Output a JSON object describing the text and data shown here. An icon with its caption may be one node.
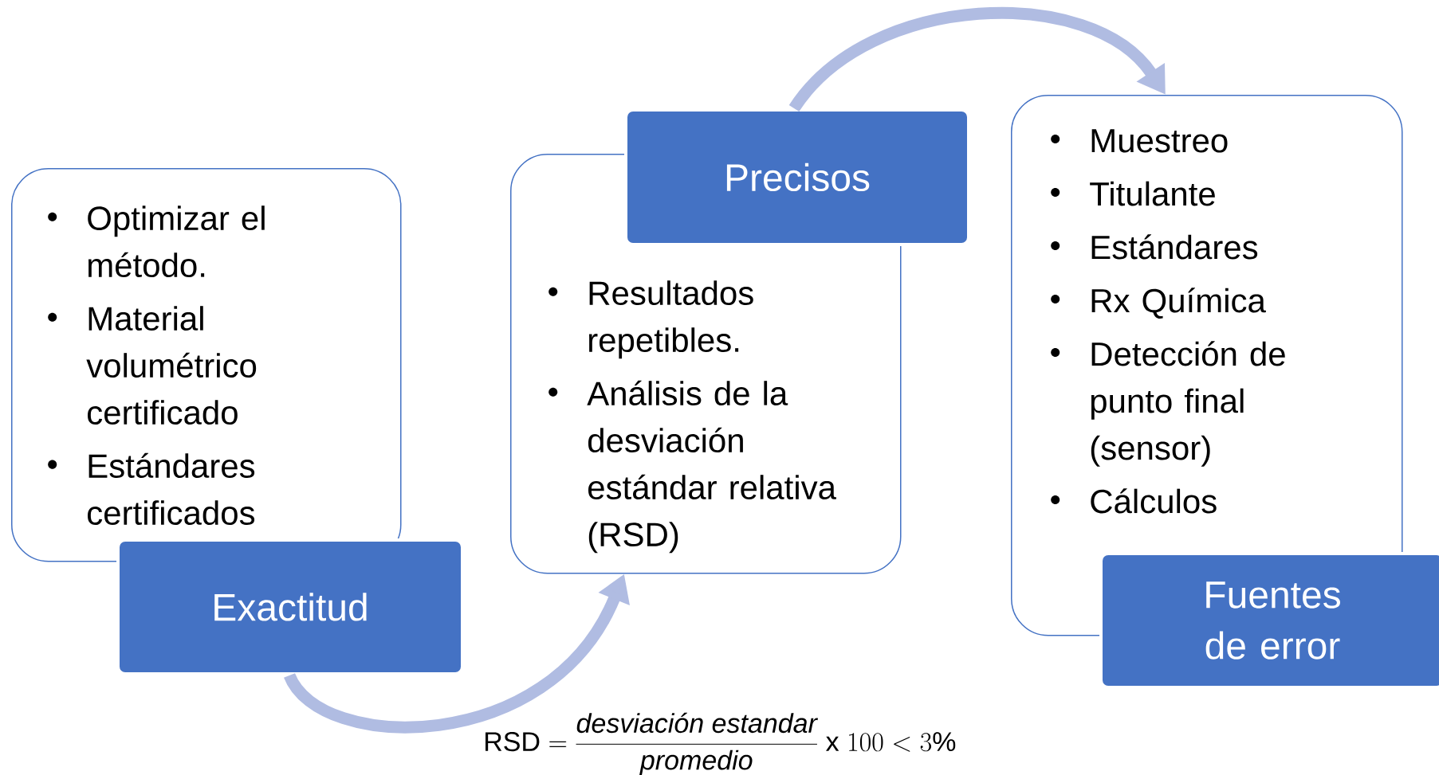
{
  "diagram": {
    "nodes": [
      {
        "text": [
          "Optimizar el método.",
          "Material volumétrico certificado",
          "Estándares certificados"
        ]
      },
      {
        "text": [
          "Exactitud"
        ]
      },
      {
        "text": [
          "Resultados repetibles.",
          "Análisis de la desviación estándar relativa (RSD)"
        ]
      },
      {
        "text": [
          "Precisos"
        ]
      },
      {
        "text": [
          "Muestreo",
          "Titulante",
          "Estándares",
          "Rx Química",
          "Detección de punto final (sensor)",
          "Cálculos"
        ]
      },
      {
        "text": [
          "Fuentes de error"
        ]
      }
    ],
    "edges": [
      {
        "from": 1,
        "to": 2,
        "arrow": "to"
      },
      {
        "from": 3,
        "to": 4,
        "arrow": "to"
      }
    ],
    "labels": [
      "\\text{RSD} = \\frac{\\textit{desviación estandar}}{\\textit{promedio}}\\text{ x }100 < 3\\%"
    ]
  }
}
